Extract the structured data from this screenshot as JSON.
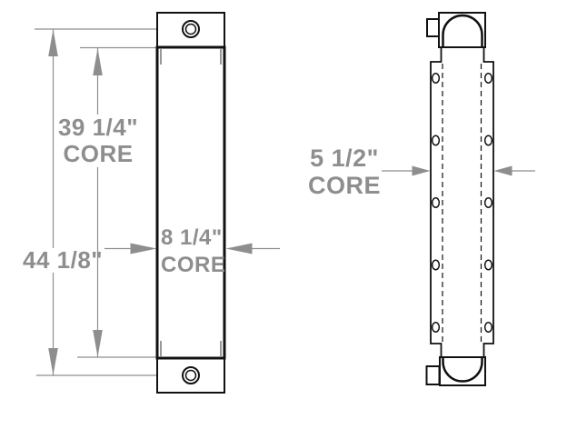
{
  "drawing": {
    "views": [
      {
        "id": "front-view",
        "features": [
          "top mounting bracket with hole",
          "core",
          "bottom mounting bracket with hole"
        ]
      },
      {
        "id": "side-view",
        "features": [
          "top tank with dome",
          "bolted side flange with 10 holes",
          "hidden core edge lines (dashed)",
          "bottom tank with dome"
        ]
      }
    ]
  },
  "dimensions": {
    "core_height": {
      "value": "39 1/4\"",
      "word": "CORE"
    },
    "overall_height": {
      "value": "44 1/8\""
    },
    "core_width": {
      "value": "8 1/4\"",
      "word": "CORE"
    },
    "core_depth": {
      "value": "5 1/2\"",
      "word": "CORE"
    }
  },
  "colors": {
    "background": "#ffffff",
    "outline": "#111111",
    "dimension_gray": "#8e8e8e"
  }
}
